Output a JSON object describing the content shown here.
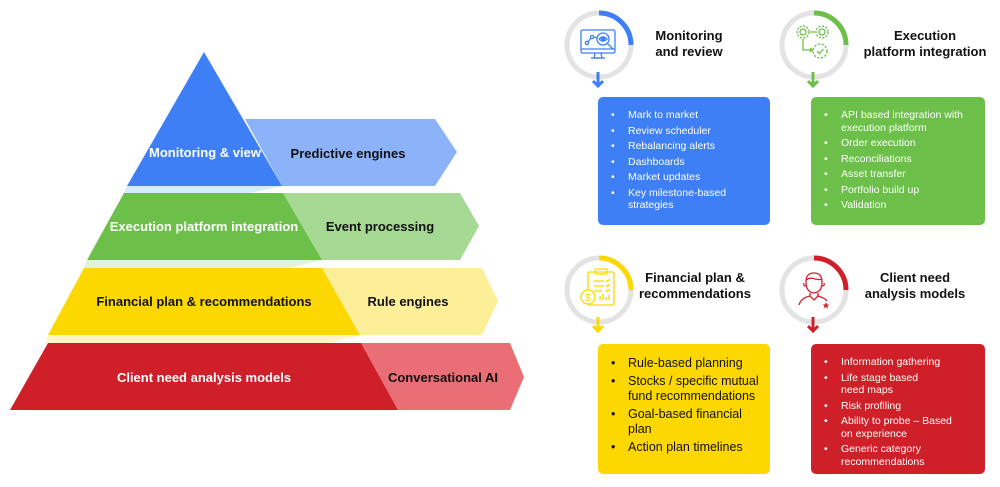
{
  "colors": {
    "blue": "#3f7ff5",
    "blue_light": "#8cb3fa",
    "green": "#6cc04a",
    "green_light": "#a6d993",
    "yellow": "#fcd800",
    "yellow_light": "#fdef97",
    "red": "#cf202a",
    "red_light": "#ea6e76",
    "ring_gray": "#e3e3e3",
    "text_dark": "#111111",
    "text_white": "#ffffff"
  },
  "pyramid": {
    "tiers": [
      {
        "label": "Monitoring & view",
        "arrow_label": "Predictive engines"
      },
      {
        "label": "Execution platform integration",
        "arrow_label": "Event processing"
      },
      {
        "label": "Financial plan & recommendations",
        "arrow_label": "Rule engines"
      },
      {
        "label": "Client need analysis models",
        "arrow_label": "Conversational AI"
      }
    ]
  },
  "sections": [
    {
      "title_lines": [
        "Monitoring",
        "and review"
      ],
      "icon": "monitor-analytics-icon",
      "items": [
        "Mark to market",
        "Review scheduler",
        "Rebalancing alerts",
        "Dashboards",
        "Market updates",
        "Key milestone-based strategies"
      ]
    },
    {
      "title_lines": [
        "Execution",
        "platform integration"
      ],
      "icon": "gears-workflow-icon",
      "items": [
        "API based integration with execution platform",
        "Order execution",
        "Reconciliations",
        "Asset transfer",
        "Portfolio build up",
        "Validation"
      ]
    },
    {
      "title_lines": [
        "Financial plan &",
        "recommendations"
      ],
      "icon": "clipboard-dollar-icon",
      "items": [
        "Rule-based planning",
        "Stocks / specific mutual fund recommendations",
        "Goal-based financial plan",
        "Action plan timelines"
      ]
    },
    {
      "title_lines": [
        "Client need",
        "analysis models"
      ],
      "icon": "client-user-icon",
      "items": [
        "Information gathering",
        "Life stage based need maps",
        "Risk profiling",
        "Ability to probe – Based on experience",
        "Generic category recommendations"
      ]
    }
  ]
}
